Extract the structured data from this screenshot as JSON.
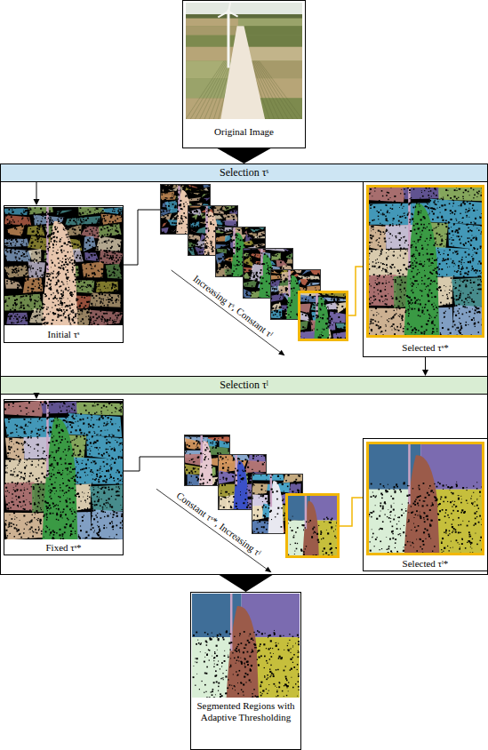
{
  "diagram": {
    "nodes": [
      {
        "text": [
          "Original Image"
        ]
      },
      {
        "text": [
          "Selection τˢ"
        ]
      },
      {
        "text": [
          "Initial τˢ"
        ],
        "in": 1
      },
      {
        "text": [
          "Selected τˢ*"
        ],
        "in": 1
      },
      {
        "text": [
          "Selection τˡ"
        ]
      },
      {
        "text": [
          "Fixed τˢ*"
        ],
        "in": 4
      },
      {
        "text": [
          "Selected τˡ*"
        ],
        "in": 4
      },
      {
        "text": [
          "Segmented Regions with Adaptive Thresholding"
        ]
      }
    ],
    "edges": [
      {
        "from": 0,
        "to": 1,
        "arrow": "to"
      },
      {
        "from": 1,
        "to": 2,
        "arrow": "to"
      },
      {
        "from": 3,
        "to": 4,
        "arrow": "to"
      },
      {
        "from": 4,
        "to": 5,
        "arrow": "to"
      },
      {
        "from": 4,
        "to": 7,
        "arrow": "to"
      }
    ],
    "labels": [
      "Increasing τˢ, Constant τˡ",
      "Constant τˢ*, Increasing τˡ"
    ]
  }
}
